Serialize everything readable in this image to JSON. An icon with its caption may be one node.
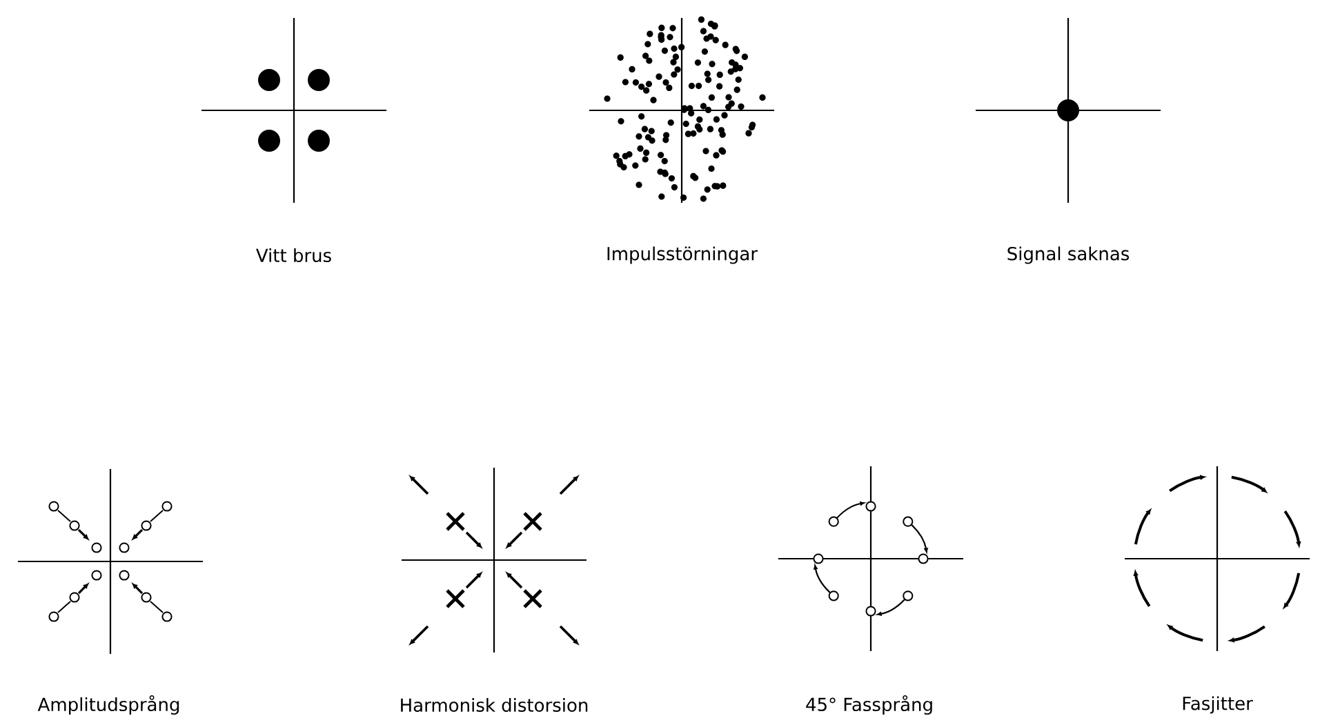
{
  "diagram": {
    "labels": [
      "Vitt brus",
      "Impulsstörningar",
      "Signal saknas",
      "Amplitudsprång",
      "Harmonisk distorsion",
      "45° Fassprång",
      "Fasjitter"
    ]
  }
}
